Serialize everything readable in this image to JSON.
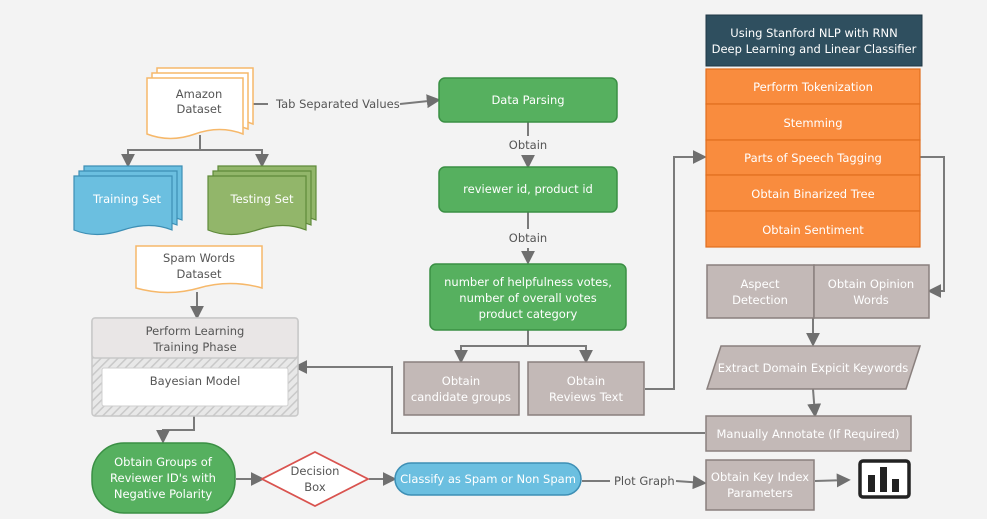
{
  "nodes": {
    "amazon_dataset": [
      "Amazon",
      "Dataset"
    ],
    "training_set": "Training Set",
    "testing_set": "Testing Set",
    "spam_words_dataset": [
      "Spam Words",
      "Dataset"
    ],
    "learning_phase": [
      "Perform Learning",
      "Training Phase"
    ],
    "bayesian_model": "Bayesian Model",
    "obtain_groups": [
      "Obtain Groups of",
      "Reviewer ID's with",
      "Negative Polarity"
    ],
    "decision_box": [
      "Decision",
      "Box"
    ],
    "classify": "Classify as Spam or Non Spam",
    "key_index": [
      "Obtain Key Index",
      "Parameters"
    ],
    "data_parsing": "Data Parsing",
    "reviewer_product": "reviewer id, product id",
    "helpfulness": [
      "number of helpfulness votes,",
      "number of overall votes",
      "product category"
    ],
    "candidate_groups": [
      "Obtain",
      "candidate groups"
    ],
    "reviews_text": [
      "Obtain",
      "Reviews Text"
    ],
    "stanford_header": [
      "Using Stanford NLP with RNN",
      "Deep Learning and Linear Classifier"
    ],
    "nlp_steps": [
      "Perform Tokenization",
      "Stemming",
      "Parts of Speech Tagging",
      "Obtain Binarized Tree",
      "Obtain Sentiment"
    ],
    "aspect_detection": [
      "Aspect",
      "Detection"
    ],
    "opinion_words": [
      "Obtain Opinion",
      "Words"
    ],
    "domain_keywords": "Extract Domain Expicit Keywords",
    "manual_annotate": "Manually Annotate (If Required)"
  },
  "edge_labels": {
    "tab_separated": "Tab Separated Values",
    "obtain_1": "Obtain",
    "obtain_2": "Obtain",
    "plot_graph": "Plot Graph"
  },
  "icons": {
    "chart": "bar-chart-icon"
  },
  "colors": {
    "green": "#56b05f",
    "green_dark": "#3f9a49",
    "blue": "#6bbfe0",
    "olive": "#92b66a",
    "orange": "#f98c3e",
    "grey_box": "#c3b9b7",
    "navy": "#2f4f5f",
    "red_diamond": "#d9534f"
  }
}
